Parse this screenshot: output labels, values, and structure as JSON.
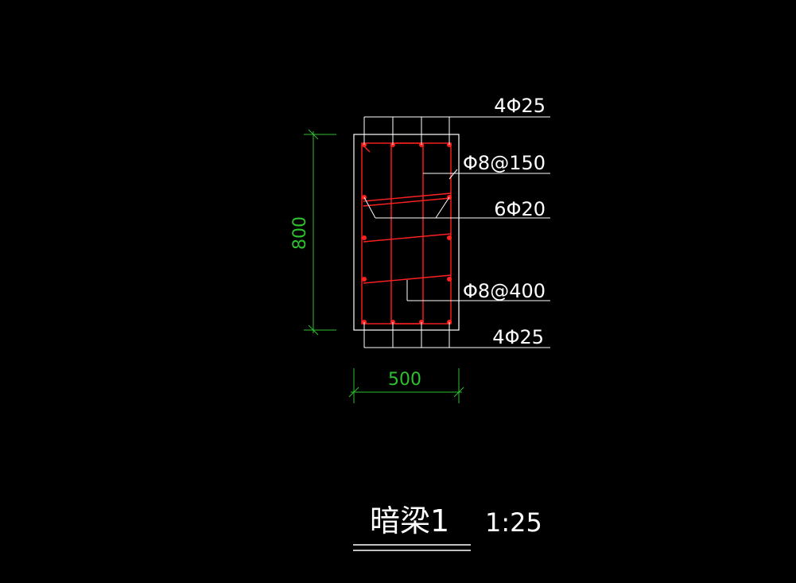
{
  "colors": {
    "background": "#000000",
    "outline": "#ffffff",
    "rebar": "#ff2020",
    "dimension": "#2fbf2f",
    "text": "#ffffff"
  },
  "drawing": {
    "title": "暗梁1",
    "scale": "1:25",
    "labels": {
      "top_bars": "4Φ25",
      "stirrup": "Φ8@150",
      "side_bars": "6Φ20",
      "tie": "Φ8@400",
      "bottom_bars": "4Φ25"
    },
    "dimensions": {
      "height": "800",
      "width": "500"
    }
  }
}
